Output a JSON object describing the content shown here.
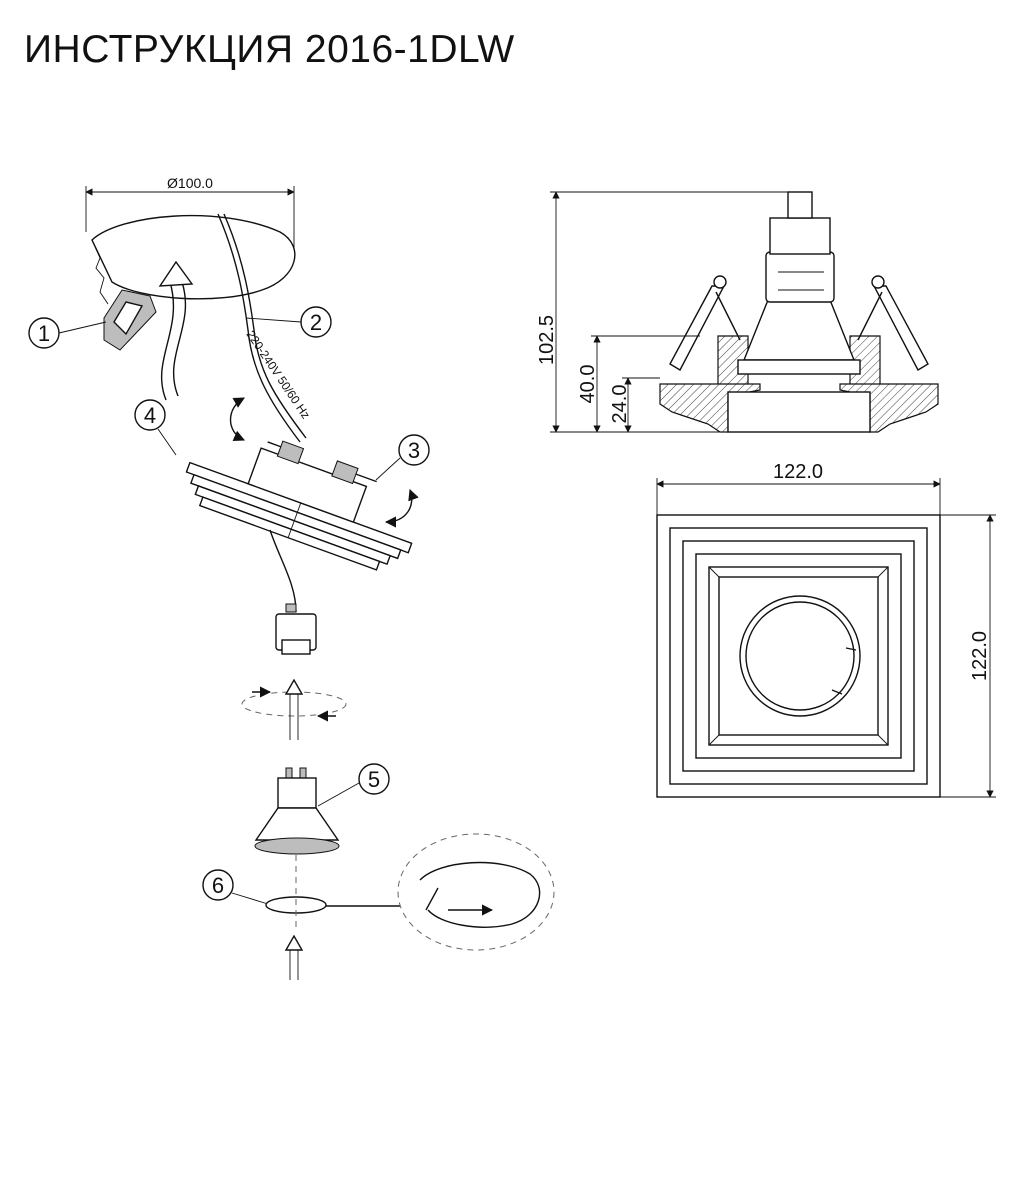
{
  "title": "ИНСТРУКЦИЯ 2016-1DLW",
  "dimensions": {
    "diameter": "Ø100.0",
    "height_total": "102.5",
    "height_40": "40.0",
    "height_24": "24.0",
    "width_top": "122.0",
    "width_side": "122.0"
  },
  "callouts": [
    "1",
    "2",
    "3",
    "4",
    "5",
    "6"
  ],
  "wire_label": "220-240V 50/60 Hz"
}
